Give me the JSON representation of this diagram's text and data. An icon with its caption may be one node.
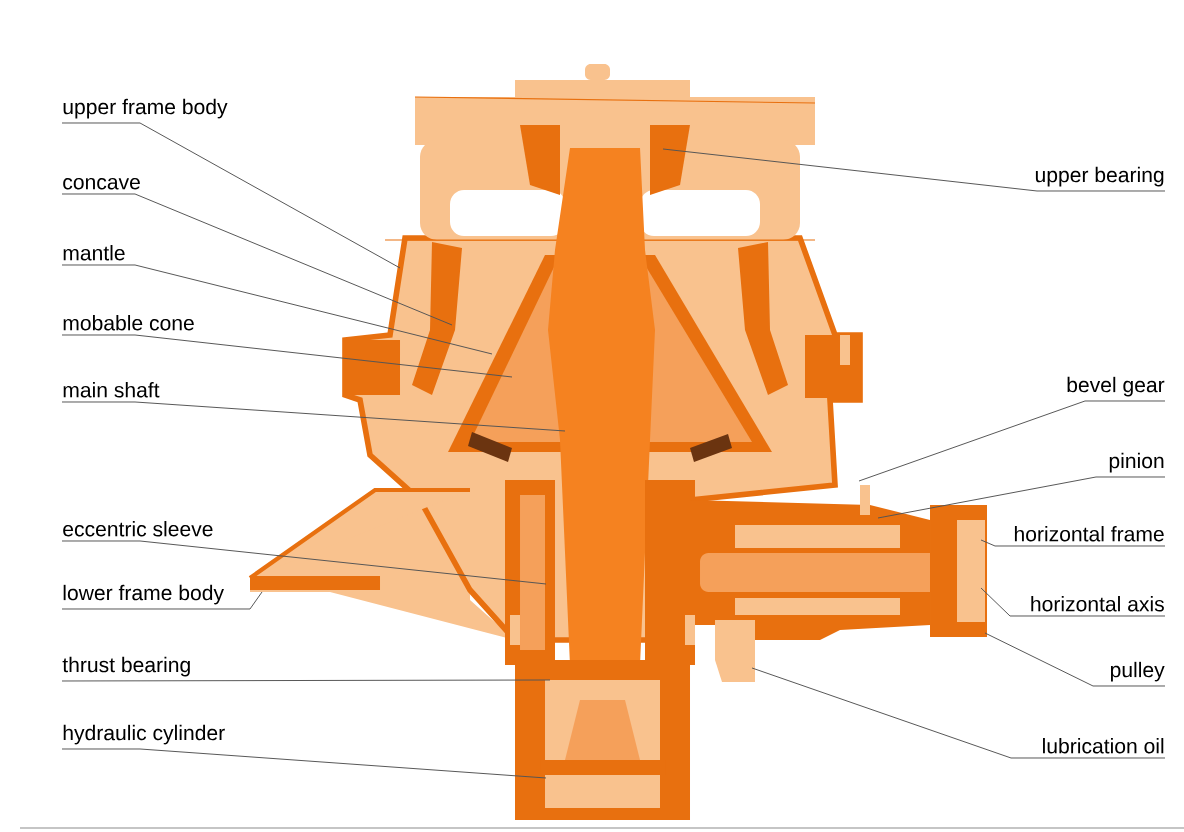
{
  "diagram": {
    "nodes": [
      {
        "text": [
          "upper frame body"
        ]
      },
      {
        "text": [
          "concave"
        ]
      },
      {
        "text": [
          "mantle"
        ]
      },
      {
        "text": [
          "mobable cone"
        ]
      },
      {
        "text": [
          "main shaft"
        ]
      },
      {
        "text": [
          "eccentric sleeve"
        ]
      },
      {
        "text": [
          "lower frame body"
        ]
      },
      {
        "text": [
          "thrust bearing"
        ]
      },
      {
        "text": [
          "hydraulic cylinder"
        ]
      },
      {
        "text": [
          "upper bearing"
        ]
      },
      {
        "text": [
          "bevel gear"
        ]
      },
      {
        "text": [
          "pinion"
        ]
      },
      {
        "text": [
          "horizontal frame"
        ]
      },
      {
        "text": [
          "horizontal axis"
        ]
      },
      {
        "text": [
          "pulley"
        ]
      },
      {
        "text": [
          "lubrication oil"
        ]
      }
    ],
    "edges": [
      {
        "from": 0,
        "to": null,
        "arrow": "none"
      },
      {
        "from": 1,
        "to": null,
        "arrow": "none"
      },
      {
        "from": 2,
        "to": null,
        "arrow": "none"
      },
      {
        "from": 3,
        "to": null,
        "arrow": "none"
      },
      {
        "from": 4,
        "to": null,
        "arrow": "none"
      },
      {
        "from": 5,
        "to": null,
        "arrow": "none"
      },
      {
        "from": 6,
        "to": null,
        "arrow": "none"
      },
      {
        "from": 7,
        "to": null,
        "arrow": "none"
      },
      {
        "from": 8,
        "to": null,
        "arrow": "none"
      },
      {
        "from": 9,
        "to": null,
        "arrow": "none"
      },
      {
        "from": 10,
        "to": null,
        "arrow": "none"
      },
      {
        "from": 11,
        "to": null,
        "arrow": "none"
      },
      {
        "from": 12,
        "to": null,
        "arrow": "none"
      },
      {
        "from": 13,
        "to": null,
        "arrow": "none"
      },
      {
        "from": 14,
        "to": null,
        "arrow": "none"
      },
      {
        "from": 15,
        "to": null,
        "arrow": "none"
      }
    ]
  }
}
